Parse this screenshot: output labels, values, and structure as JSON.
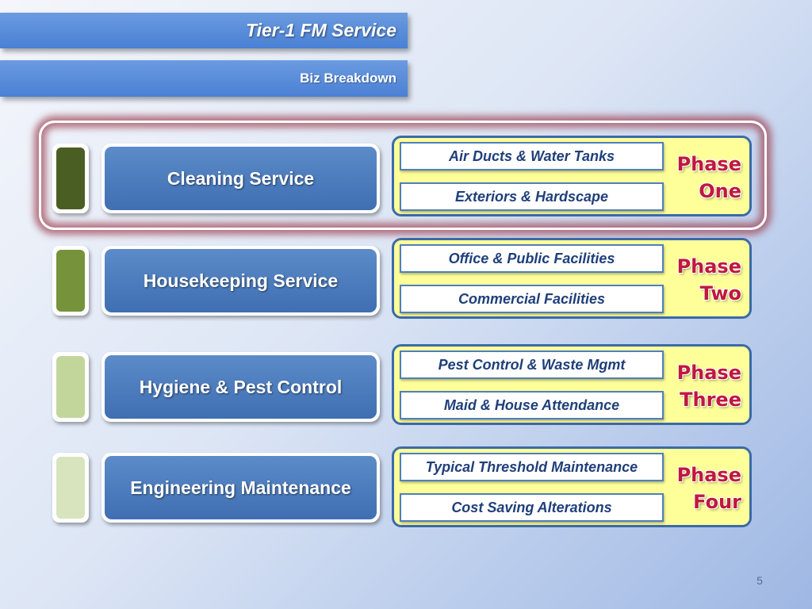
{
  "header": {
    "title": "Tier-1 FM Service",
    "subtitle": "Biz Breakdown"
  },
  "rows": [
    {
      "service": "Cleaning Service",
      "swatch_color": "#4a5e23",
      "sub_services": [
        "Air Ducts & Water Tanks",
        "Exteriors & Hardscape"
      ],
      "phase_line1": "Phase",
      "phase_line2": "One",
      "highlighted": true
    },
    {
      "service": "Housekeeping Service",
      "swatch_color": "#76933c",
      "sub_services": [
        "Office & Public Facilities",
        "Commercial Facilities"
      ],
      "phase_line1": "Phase",
      "phase_line2": "Two"
    },
    {
      "service": "Hygiene & Pest Control",
      "swatch_color": "#c2d69b",
      "sub_services": [
        "Pest Control & Waste Mgmt",
        "Maid & House Attendance"
      ],
      "phase_line1": "Phase",
      "phase_line2": "Three"
    },
    {
      "service": "Engineering Maintenance",
      "swatch_color": "#d7e4bd",
      "sub_services": [
        "Typical Threshold Maintenance",
        "Cost Saving Alterations"
      ],
      "phase_line1": "Phase",
      "phase_line2": "Four"
    }
  ],
  "colors": {
    "phase_text": "#c0183c",
    "phase_panel_bg": "#ffff99",
    "service_box": "#4a7abf"
  },
  "page_number": "5"
}
